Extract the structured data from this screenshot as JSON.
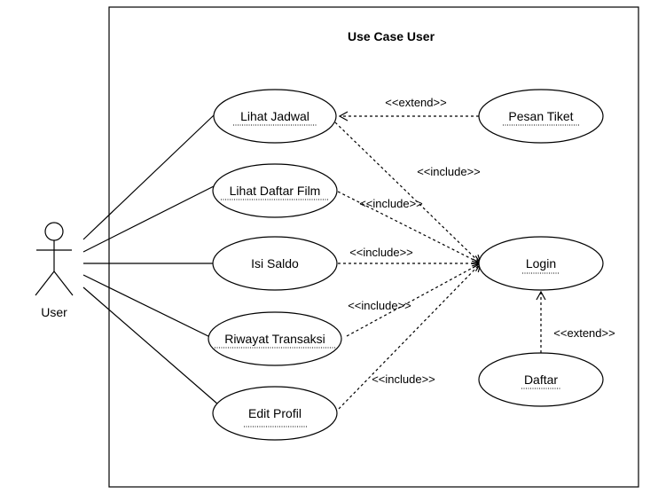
{
  "system": {
    "title": "Use Case User"
  },
  "actor": {
    "label": "User",
    "icon": "stick-figure-icon"
  },
  "use_cases": {
    "lihat_jadwal": "Lihat Jadwal",
    "pesan_tiket": "Pesan Tiket",
    "lihat_daftar_film": "Lihat Daftar Film",
    "isi_saldo": "Isi Saldo",
    "login": "Login",
    "riwayat_transaksi": "Riwayat Transaksi",
    "daftar": "Daftar",
    "edit_profil": "Edit Profil"
  },
  "relations": {
    "extend_pesan_tiket": "<<extend>>",
    "include_lihat_jadwal": "<<include>>",
    "include_lihat_daftar_film": "<<include>>",
    "include_isi_saldo": "<<include>>",
    "include_riwayat_transaksi": "<<include>>",
    "include_edit_profil": "<<include>>",
    "extend_daftar": "<<extend>>"
  },
  "colors": {
    "stroke": "#000000",
    "fill": "#ffffff",
    "text": "#000000"
  }
}
